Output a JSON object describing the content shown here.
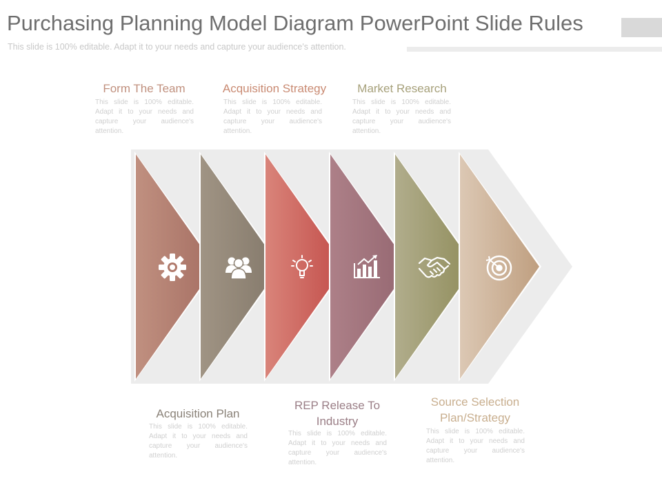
{
  "slide": {
    "title": "Purchasing Planning Model Diagram PowerPoint Slide Rules",
    "subtitle": "This slide is 100% editable. Adapt it to your needs and capture your audience's attention."
  },
  "steps": [
    {
      "label": "Form The Team",
      "description": "This slide is 100% editable. Adapt it to your needs and capture your audience's attention.",
      "color": "#c09080",
      "label_color": "#c0907e",
      "icon": "gear-icon"
    },
    {
      "label": "Acquisition Plan",
      "description": "This slide is 100% editable. Adapt it to your needs and capture your audience's attention.",
      "color": "#9e9284",
      "label_color": "#8a8278",
      "icon": "team-icon"
    },
    {
      "label": "Acquisition Strategy",
      "description": "This slide is 100% editable. Adapt it to your needs and capture your audience's attention.",
      "color": "#d06a62",
      "label_color": "#c98a72",
      "icon": "lightbulb-icon"
    },
    {
      "label": "REP Release To Industry",
      "description": "This slide is 100% editable. Adapt it to your needs and capture your audience's attention.",
      "color": "#a47780",
      "label_color": "#9a7e86",
      "icon": "growth-chart-icon"
    },
    {
      "label": "Market Research",
      "description": "This slide is 100% editable. Adapt it to your needs and capture your audience's attention.",
      "color": "#a4a07a",
      "label_color": "#a6a07a",
      "icon": "handshake-icon"
    },
    {
      "label": "Source Selection Plan/Strategy",
      "description": "This slide is 100% editable. Adapt it to your needs and capture your audience's attention.",
      "color": "#cfb399",
      "label_color": "#c8ae8e",
      "icon": "target-icon"
    }
  ]
}
